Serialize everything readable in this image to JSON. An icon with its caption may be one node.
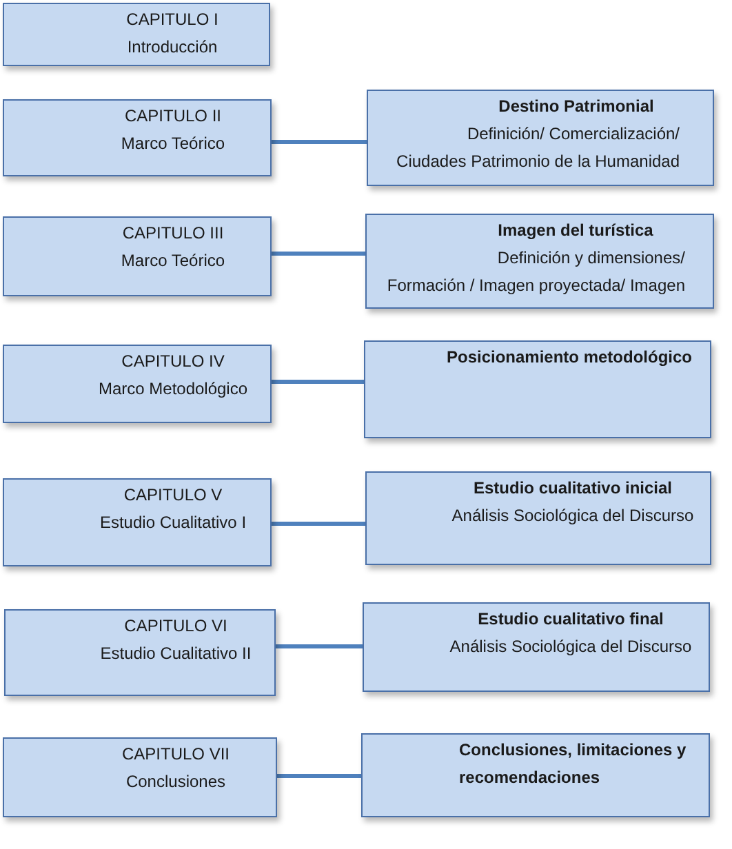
{
  "diagram": {
    "nodes": [
      {
        "text": [
          "CAPITULO I",
          "Introducción"
        ]
      },
      {
        "text": [
          "CAPITULO II",
          "Marco Teórico"
        ]
      },
      {
        "text": [
          "Destino Patrimonial",
          "Definición/ Comercialización/ Ciudades Patrimonio de la Humanidad"
        ]
      },
      {
        "text": [
          "CAPITULO III",
          "Marco Teórico"
        ]
      },
      {
        "text": [
          "Imagen del turística",
          "Definición y dimensiones/ Formación / Imagen proyectada/ Imagen"
        ]
      },
      {
        "text": [
          "CAPITULO IV",
          "Marco Metodológico"
        ]
      },
      {
        "text": [
          "Posicionamiento metodológico"
        ]
      },
      {
        "text": [
          "CAPITULO V",
          "Estudio Cualitativo I"
        ]
      },
      {
        "text": [
          "Estudio cualitativo inicial",
          "Análisis Sociológica del Discurso"
        ]
      },
      {
        "text": [
          "CAPITULO VI",
          "Estudio Cualitativo II"
        ]
      },
      {
        "text": [
          "Estudio cualitativo final",
          "Análisis Sociológica del Discurso"
        ]
      },
      {
        "text": [
          "CAPITULO VII",
          "Conclusiones"
        ]
      },
      {
        "text": [
          "Conclusiones, limitaciones y recomendaciones"
        ]
      }
    ],
    "edges": [
      {
        "from": 1,
        "to": 2,
        "arrow": "none"
      },
      {
        "from": 3,
        "to": 4,
        "arrow": "none"
      },
      {
        "from": 5,
        "to": 6,
        "arrow": "none"
      },
      {
        "from": 7,
        "to": 8,
        "arrow": "none"
      },
      {
        "from": 9,
        "to": 10,
        "arrow": "none"
      },
      {
        "from": 11,
        "to": 12,
        "arrow": "none"
      }
    ]
  }
}
